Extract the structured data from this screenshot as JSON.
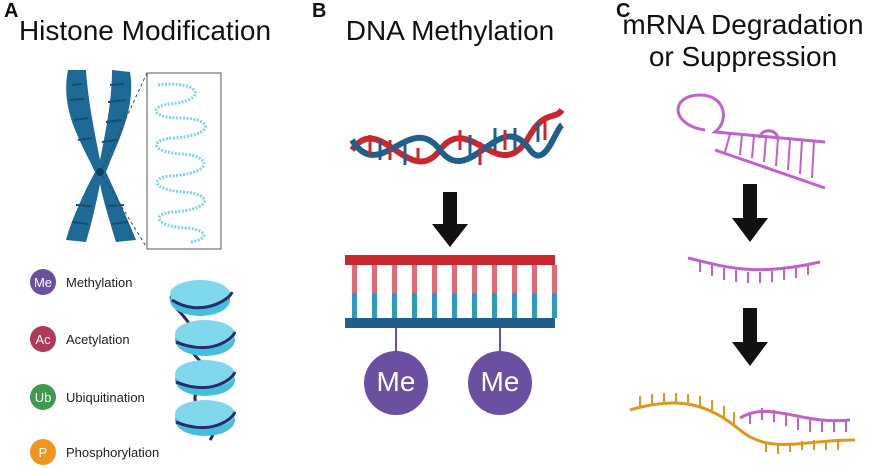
{
  "panels": {
    "a": {
      "letter": "A",
      "title": "Histone Modification"
    },
    "b": {
      "letter": "B",
      "title": "DNA Methylation",
      "marks": [
        "Me",
        "Me"
      ]
    },
    "c": {
      "letter": "C",
      "title_line1": "mRNA Degradation",
      "title_line2": "or Suppression"
    }
  },
  "legend": [
    {
      "badge": "Me",
      "label": "Methylation",
      "color": "#6b4fa0"
    },
    {
      "badge": "Ac",
      "label": "Acetylation",
      "color": "#b0395a"
    },
    {
      "badge": "Ub",
      "label": "Ubiquitination",
      "color": "#3e9a4f"
    },
    {
      "badge": "P",
      "label": "Phosphorylation",
      "color": "#f0961e"
    }
  ],
  "colors": {
    "chromosome": "#1d6a96",
    "chromatin_fiber": "#7fd3e8",
    "dna_red": "#c8282d",
    "dna_blue": "#1f5f8b",
    "methyl_circle": "#6b4fa0",
    "mirna": "#c062c9",
    "mrna": "#e0961f",
    "nucleosome": "#45c0dc",
    "arrow": "#111111"
  }
}
